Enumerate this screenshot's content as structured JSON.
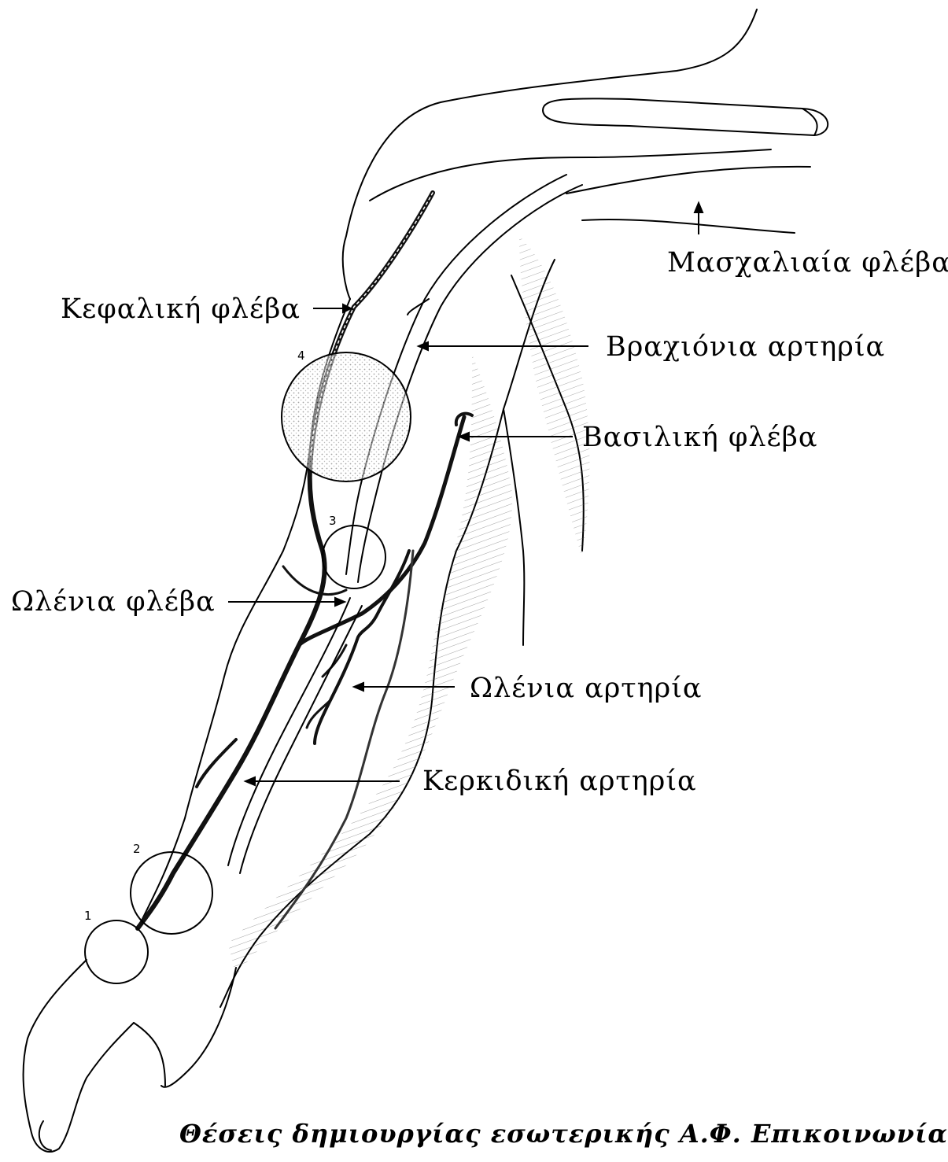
{
  "labels": {
    "axillary_vein": "Μασχαλιαία φλέβα",
    "cephalic_vein": "Κεφαλική φλέβα",
    "brachial_artery": "Βραχιόνια αρτηρία",
    "basilic_vein": "Βασιλική φλέβα",
    "ulnar_vein": "Ωλένια φλέβα",
    "ulnar_artery": "Ωλένια αρτηρία",
    "radial_artery": "Κερκιδική αρτηρία"
  },
  "sites": [
    "1",
    "2",
    "3",
    "4"
  ],
  "caption": "Θέσεις δημιουργίας εσωτερικής Α.Φ. Επικοινωνίας ("
}
